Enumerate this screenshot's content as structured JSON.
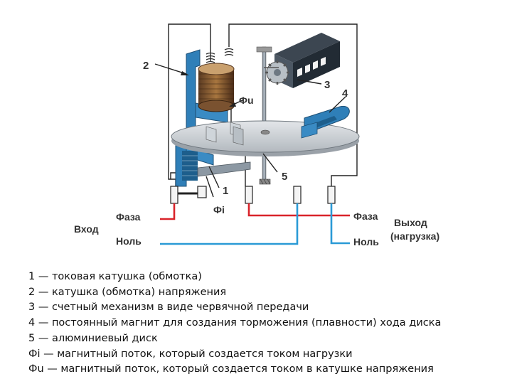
{
  "diagram": {
    "callouts": {
      "n1": "1",
      "n2": "2",
      "n3": "3",
      "n4": "4",
      "n5": "5",
      "fu": "Фu",
      "fi": "Фi"
    },
    "wires": {
      "input_label": "Вход",
      "input_phase": "Фаза",
      "input_neutral": "Ноль",
      "output_phase": "Фаза",
      "output_neutral": "Ноль",
      "output_label": "Выход",
      "output_load": "(нагрузка)"
    },
    "colors": {
      "phase_wire": "#d9232a",
      "neutral_wire": "#2a9ad6",
      "magnet": "#2f7fb8",
      "disk": "#c9ced3",
      "steel": "#8c98a3"
    }
  },
  "legend": [
    "1 — токовая катушка (обмотка)",
    "2 — катушка (обмотка) напряжения",
    "3 — счетный механизм в виде червячной передачи",
    "4 — постоянный магнит для создания торможения (плавности) хода диска",
    "5 — алюминиевый диск",
    "Фi — магнитный поток, который создается током нагрузки",
    "Фu — магнитный поток, который создается током в катушке напряжения"
  ]
}
